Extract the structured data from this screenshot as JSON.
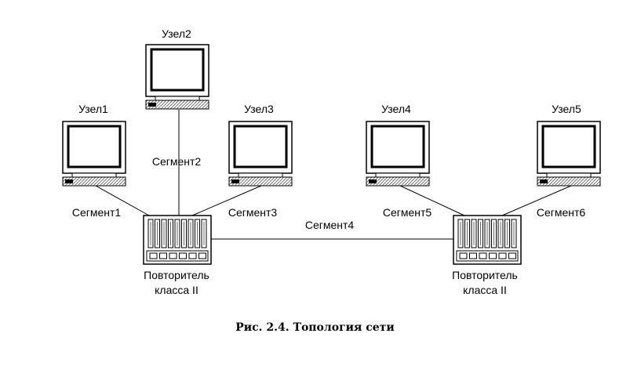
{
  "nodes": [
    {
      "label": "Узел1"
    },
    {
      "label": "Узел2"
    },
    {
      "label": "Узел3"
    },
    {
      "label": "Узел4"
    },
    {
      "label": "Узел5"
    }
  ],
  "segments": [
    {
      "label": "Сегмент1"
    },
    {
      "label": "Сегмент2"
    },
    {
      "label": "Сегмент3"
    },
    {
      "label": "Сегмент4"
    },
    {
      "label": "Сегмент5"
    },
    {
      "label": "Сегмент6"
    }
  ],
  "repeaters": [
    {
      "line1": "Повторитель",
      "line2": "класса II"
    },
    {
      "line1": "Повторитель",
      "line2": "класса II"
    }
  ],
  "caption": "Рис. 2.4. Топология сети"
}
